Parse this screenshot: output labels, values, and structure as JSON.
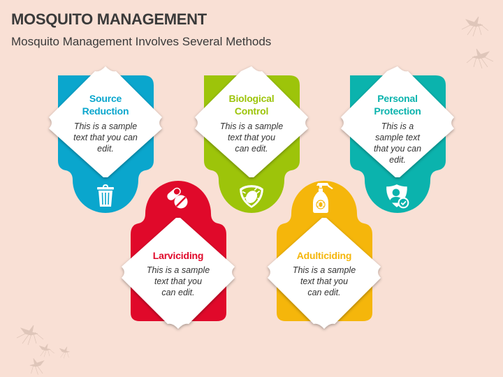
{
  "header": {
    "title": "MOSQUITO MANAGEMENT",
    "subtitle": "Mosquito Management Involves Several Methods"
  },
  "cards": [
    {
      "id": "source-reduction",
      "heading_lines": [
        "Source",
        "Reduction"
      ],
      "body_lines": [
        "This is a sample",
        "text that you can",
        "edit."
      ],
      "color": "#0aa6cd",
      "icon": "trash-bin-icon",
      "position": "top"
    },
    {
      "id": "biological-control",
      "heading_lines": [
        "Biological",
        "Control"
      ],
      "body_lines": [
        "This is a sample",
        "text that you",
        "can edit."
      ],
      "color": "#9dc40a",
      "icon": "bug-shield-icon",
      "position": "top"
    },
    {
      "id": "personal-protection",
      "heading_lines": [
        "Personal",
        "Protection"
      ],
      "body_lines": [
        "This is a",
        "sample text",
        "that you can",
        "edit."
      ],
      "color": "#0bb3ad",
      "icon": "user-shield-check-icon",
      "position": "top"
    },
    {
      "id": "larviciding",
      "heading_lines": [
        "Larviciding"
      ],
      "body_lines": [
        "This is a sample",
        "text that you",
        "can edit."
      ],
      "color": "#e0092a",
      "icon": "pills-capsule-icon",
      "position": "bottom"
    },
    {
      "id": "adulticiding",
      "heading_lines": [
        "Adulticiding"
      ],
      "body_lines": [
        "This is a sample",
        "text that you",
        "can edit."
      ],
      "color": "#f5b60b",
      "icon": "spray-bottle-icon",
      "position": "bottom"
    }
  ],
  "decorations": {
    "mosquito_color": "#d9c3b6",
    "icon_names": [
      "mosquito-icon"
    ]
  }
}
